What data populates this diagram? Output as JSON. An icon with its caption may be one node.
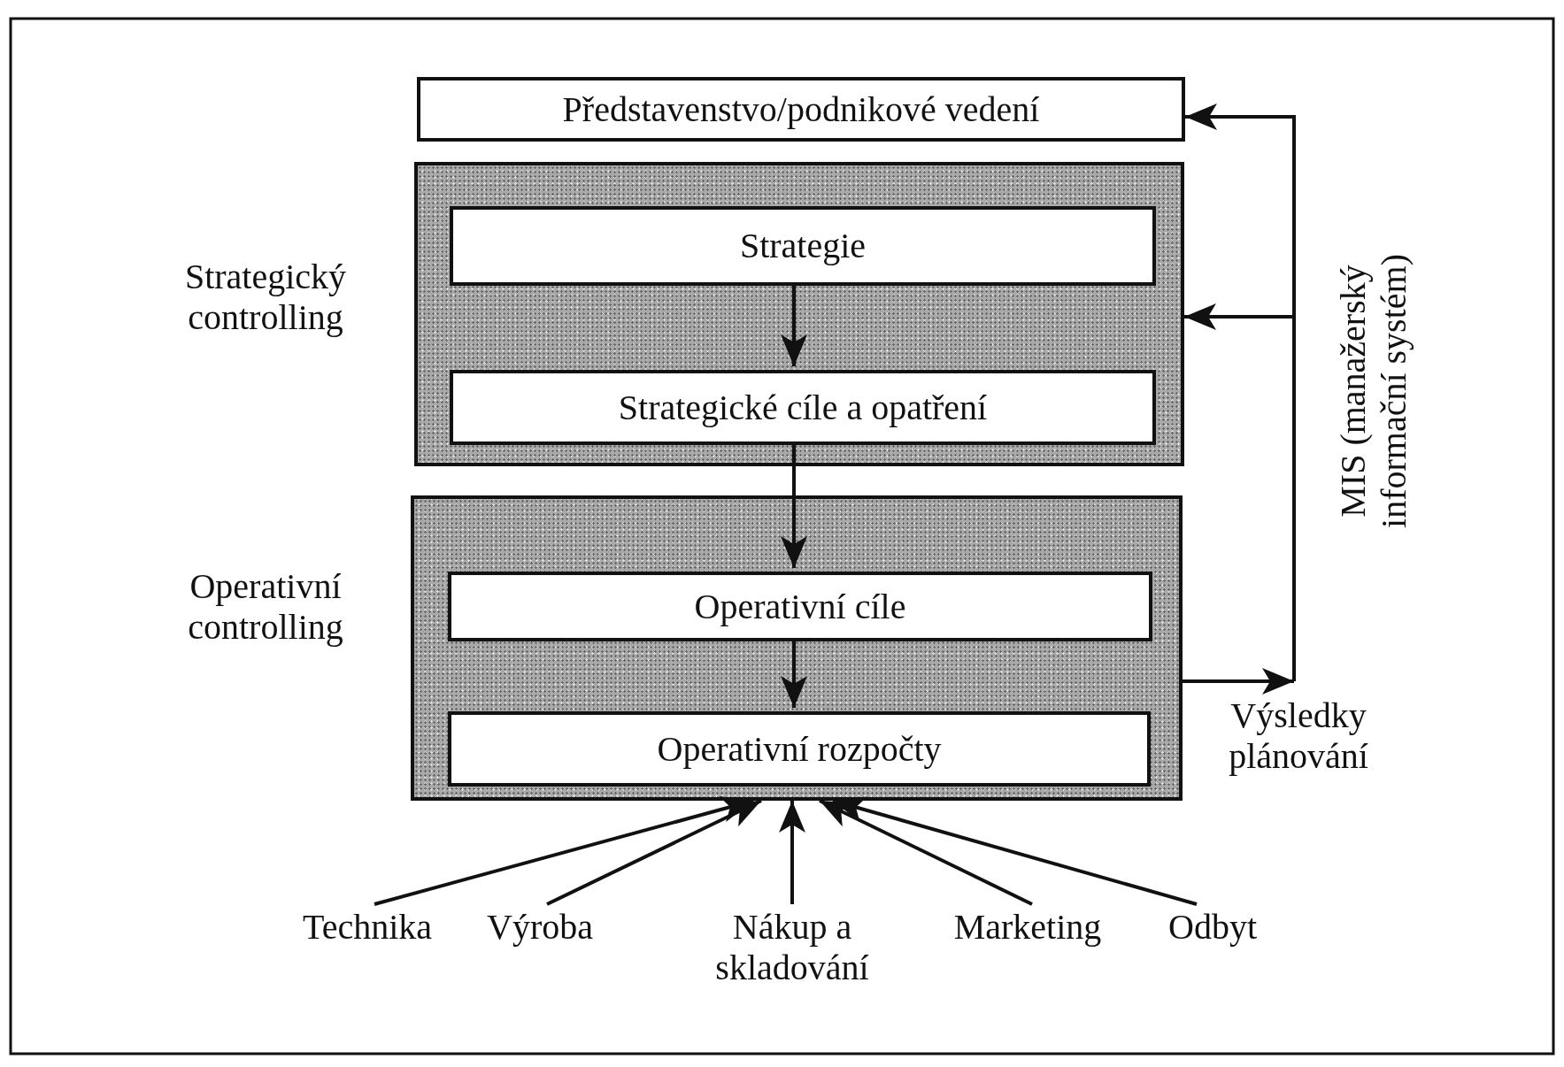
{
  "diagram": {
    "nodes": [
      {
        "text": [
          "Představenstvo/podnikové vedení"
        ]
      },
      {
        "text": [],
        "shape": "box",
        "beside": [
          "Strategický controlling"
        ]
      },
      {
        "text": [
          "Strategie"
        ],
        "in": 1
      },
      {
        "text": [
          "Strategické cíle a opatření"
        ],
        "in": 1
      },
      {
        "text": [],
        "shape": "box",
        "beside": [
          "Operativní controlling"
        ]
      },
      {
        "text": [
          "Operativní cíle"
        ],
        "in": 4
      },
      {
        "text": [
          "Operativní rozpočty"
        ],
        "in": 4
      },
      {
        "text": [
          "Technika"
        ]
      },
      {
        "text": [
          "Výroba"
        ]
      },
      {
        "text": [
          "Nákup a skladování"
        ]
      },
      {
        "text": [
          "Marketing"
        ]
      },
      {
        "text": [
          "Odbyt"
        ]
      },
      {
        "text": [
          "Výsledky plánování"
        ]
      }
    ],
    "edges": [
      {
        "from": 2,
        "to": 3,
        "arrow": "to"
      },
      {
        "from": 3,
        "to": 5,
        "arrow": "to"
      },
      {
        "from": 5,
        "to": 6,
        "arrow": "to"
      },
      {
        "from": 7,
        "to": 4,
        "arrow": "to"
      },
      {
        "from": 8,
        "to": 4,
        "arrow": "to"
      },
      {
        "from": 9,
        "to": 4,
        "arrow": "to"
      },
      {
        "from": 10,
        "to": 4,
        "arrow": "to"
      },
      {
        "from": 11,
        "to": 4,
        "arrow": "to"
      },
      {
        "from": 4,
        "to": 12,
        "arrow": "to"
      },
      {
        "from": 12,
        "to": 0,
        "arrow": "to"
      },
      {
        "from": 12,
        "to": 1,
        "arrow": "to"
      }
    ],
    "labels": [
      "MIS (manažerský informační systém)"
    ]
  }
}
